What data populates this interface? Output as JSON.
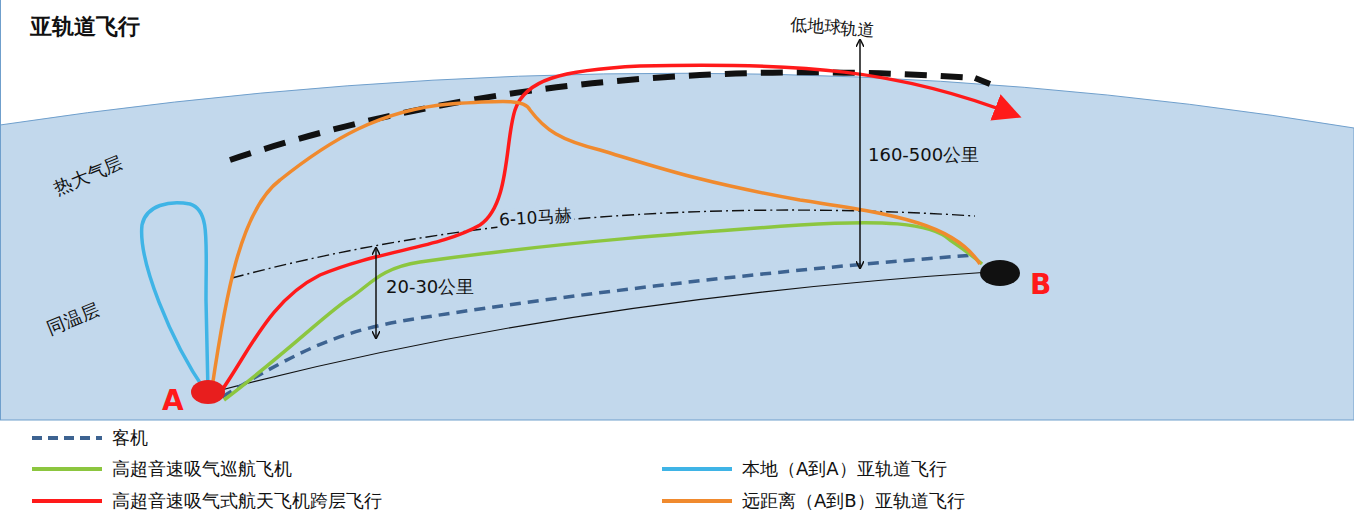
{
  "diagram": {
    "title": "亚轨道飞行",
    "labels": [
      "低地球轨道",
      "热大气层",
      "同温层",
      "160-500公里",
      "6-10马赫",
      "20-30公里",
      "A",
      "B"
    ],
    "legend": [
      {
        "text": "客机"
      },
      {
        "text": "高超音速吸气巡航飞机"
      },
      {
        "text": "高超音速吸气式航天飞机跨层飞行"
      },
      {
        "text": "本地（A到A）亚轨道飞行"
      },
      {
        "text": "远距离（A到B）亚轨道飞行"
      }
    ]
  }
}
